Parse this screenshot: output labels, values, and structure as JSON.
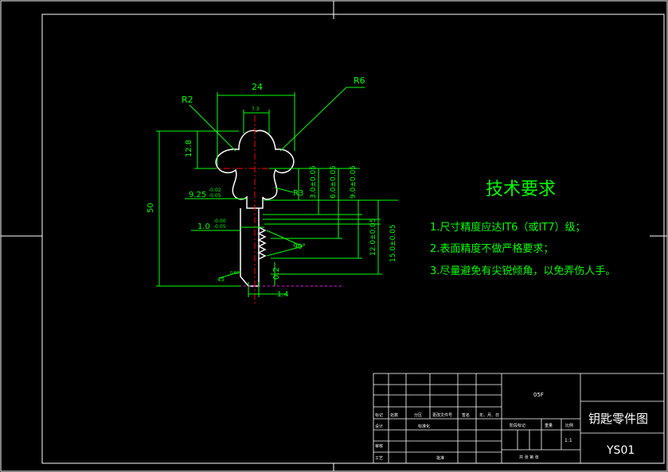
{
  "colors": {
    "background": "#000000",
    "frame": "#ffffff",
    "dimension": "#00ff00",
    "part": "#ffffff",
    "centerline": "#ff0000",
    "hidden": "#ff00ff",
    "notes": "#00ff00"
  },
  "dimensions": {
    "width_top": "24",
    "radius_left": "R2",
    "radius_right": "R6",
    "lobe_width": "7.3",
    "lobe_height": "12.8",
    "total_height": "50",
    "neck_width": "9.25",
    "neck_tol_upper": "-0.02",
    "neck_tol_lower": "-0.05",
    "radius_neck": "R3",
    "shaft_width": "1.0",
    "shaft_tol_upper": "-0.00",
    "shaft_tol_lower": "-0.05",
    "depth_1": "3.0±0.05",
    "depth_2": "6.0±0.05",
    "depth_3": "9.0±0.05",
    "depth_4": "12.0±0.05",
    "depth_5": "15.0±0.05",
    "angle_notch": "90°",
    "tip_angle": "45",
    "tip_small": "0.60",
    "tip_offset": "0.2",
    "tip_width": "1.4"
  },
  "notes": {
    "title": "技术要求",
    "items": [
      "1.尺寸精度应达IT6（或IT7）级；",
      "2.表面精度不做严格要求；",
      "3.尽量避免有尖锐倾角，以免弄伤人手。"
    ]
  },
  "title_block": {
    "material_label": "05F",
    "part_name": "钥匙零件图",
    "drawing_no": "YS01",
    "scale": "1:1",
    "row_labels": [
      "标记",
      "处数",
      "分区",
      "更改文件号",
      "签名",
      "年、月、日"
    ],
    "left_labels": [
      "设计",
      "标准化",
      "审核",
      "工艺",
      "批准"
    ],
    "stage_label": "阶段标记",
    "weight_label": "重量",
    "scale_label": "比例",
    "sheets_label": "共 张 第 张"
  }
}
